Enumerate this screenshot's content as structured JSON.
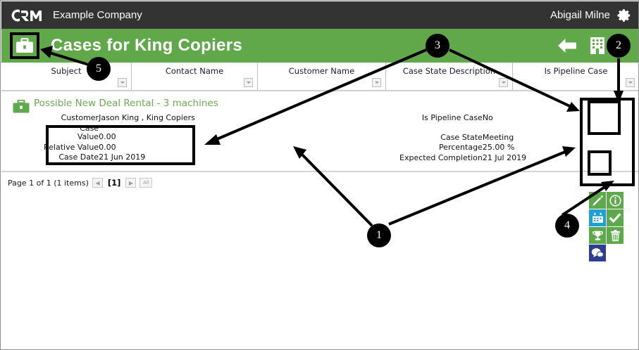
{
  "topbar": {
    "logo_text": "CRM",
    "company": "Example Company",
    "user": "Abigail Milne",
    "gear_icon": "gear-icon"
  },
  "titlebar": {
    "app_icon": "briefcase-icon",
    "title": "Cases for King Copiers",
    "back_icon": "back-arrow-icon",
    "company_icon": "building-icon"
  },
  "table": {
    "columns": [
      {
        "label": "Subject",
        "filter_icon": "chevron-down-icon"
      },
      {
        "label": "Contact Name",
        "filter_icon": "chevron-down-icon"
      },
      {
        "label": "Customer Name",
        "filter_icon": "chevron-down-icon"
      },
      {
        "label": "Case State Description",
        "filter_icon": "chevron-down-icon"
      },
      {
        "label": "Is Pipeline Case",
        "filter_icon": "chevron-down-icon"
      }
    ]
  },
  "record": {
    "row_icon": "briefcase-icon",
    "title": "Possible New Deal Rental - 3 machines",
    "left_fields": [
      {
        "label": "Customer",
        "value": "Jason King , King Copiers"
      },
      {
        "label": "Case\nValue",
        "value": "0.00"
      },
      {
        "label": "Relative Value",
        "value": "0.00"
      },
      {
        "label": "Case Date",
        "value": "21 Jun 2019"
      }
    ],
    "right_fields": [
      {
        "label": "Is Pipeline Case",
        "value": "No"
      },
      {
        "label": "Case State",
        "value": "Meeting"
      },
      {
        "label": "Percentage",
        "value": "25.00 %"
      },
      {
        "label": "Expected Completion",
        "value": "21 Jul 2019"
      }
    ],
    "actions": [
      {
        "name": "edit-pencil-icon",
        "color": "green"
      },
      {
        "name": "info-icon",
        "color": "green"
      },
      {
        "name": "calendar-icon",
        "color": "blue"
      },
      {
        "name": "check-icon",
        "color": "green"
      },
      {
        "name": "trophy-icon",
        "color": "green"
      },
      {
        "name": "trash-icon",
        "color": "green"
      },
      {
        "name": "chat-bubble-icon",
        "color": "navy"
      }
    ]
  },
  "pager": {
    "summary": "Page 1 of 1 (1 items)",
    "prev": "◀",
    "current": "[1]",
    "next": "▶",
    "all": "All"
  },
  "callouts": [
    {
      "id": "1",
      "label": "1"
    },
    {
      "id": "2",
      "label": "2"
    },
    {
      "id": "3",
      "label": "3"
    },
    {
      "id": "4",
      "label": "4"
    },
    {
      "id": "5",
      "label": "5"
    }
  ],
  "colors": {
    "brand_green": "#60a84a",
    "dark_bar": "#333333",
    "link_green": "#6aab52",
    "blue": "#1f9fd8",
    "navy": "#2d3f8f"
  }
}
